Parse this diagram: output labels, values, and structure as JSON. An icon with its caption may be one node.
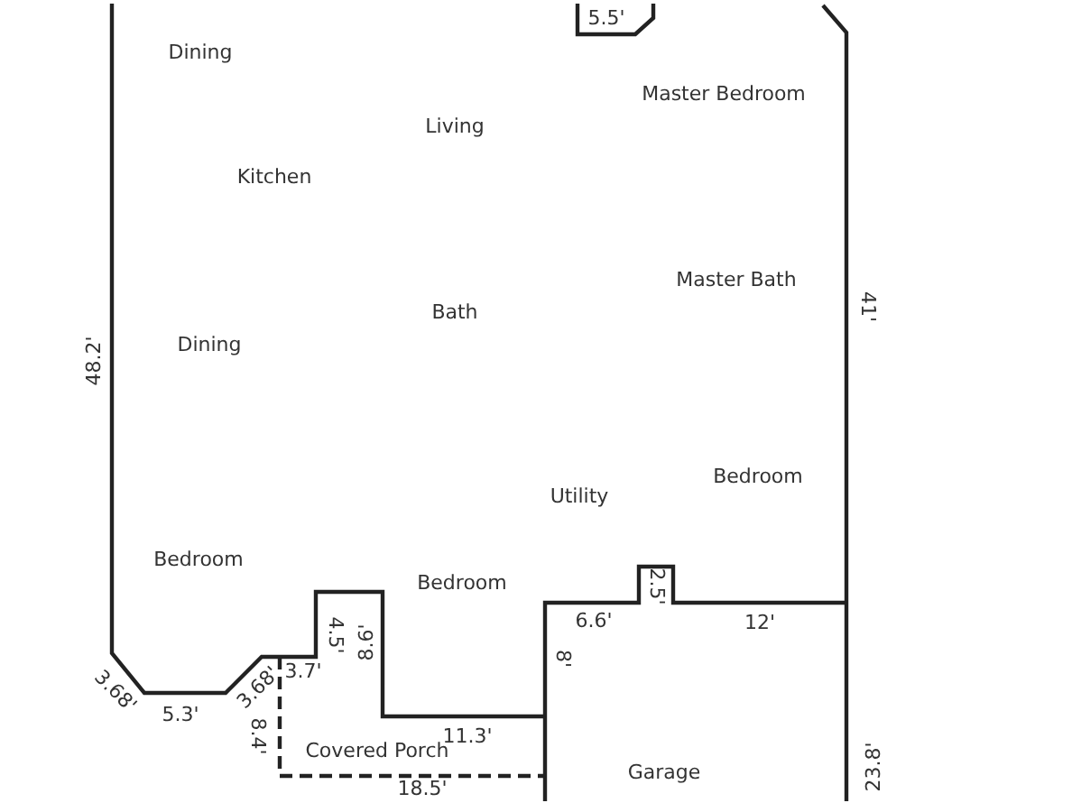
{
  "diagram": {
    "labels": [
      "5.5'",
      "Dining",
      "Master Bedroom",
      "Living",
      "Kitchen",
      "Master Bath",
      "48.2'",
      "41'",
      "Bath",
      "Dining",
      "Bedroom",
      "Utility",
      "Bedroom",
      "Bedroom",
      "2.5'",
      "6.6'",
      "12'",
      "4.5'",
      "8.6'",
      "8'",
      "3.7'",
      "3.68'",
      "3.68'",
      "5.3'",
      "8.4'",
      "11.3'",
      "Covered Porch",
      "Garage",
      "23.8'",
      "18.5'"
    ]
  }
}
